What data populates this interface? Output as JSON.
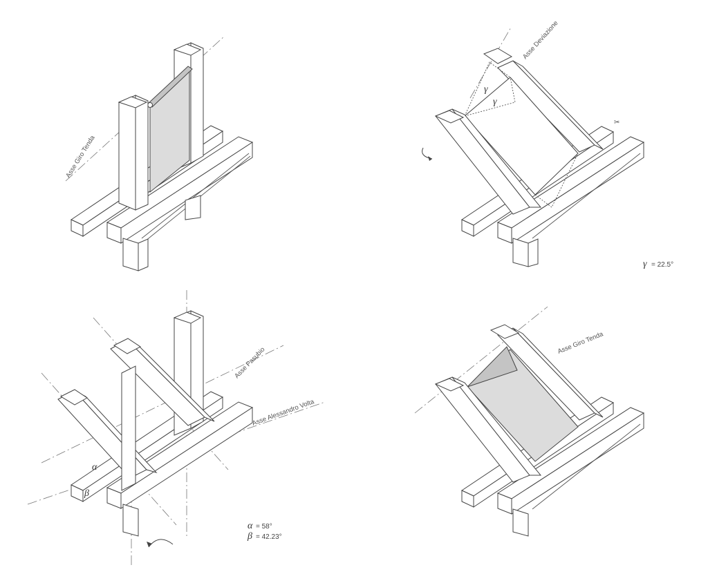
{
  "labels": {
    "axis_curtain_turn_1": "Asse Giro Tenda",
    "axis_deviation": "Asse Deviazione",
    "axis_pasubio": "Asse Pasubio",
    "axis_volta": "Asse Alessandro Volta",
    "axis_curtain_turn_2": "Asse Giro Tenda"
  },
  "symbols": {
    "gamma": "γ",
    "alpha": "α",
    "beta": "β"
  },
  "values": {
    "gamma": "= 22.5°",
    "alpha": "= 58°",
    "beta": "= 42.23°"
  }
}
